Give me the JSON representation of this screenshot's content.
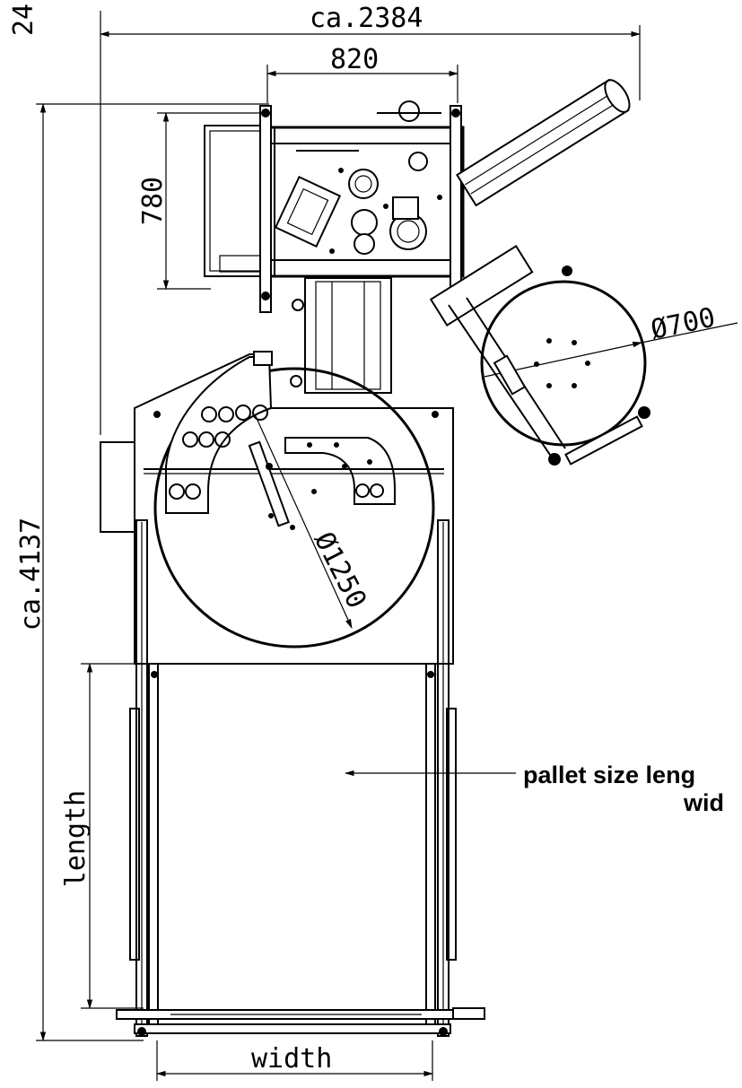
{
  "dimensions": {
    "overall_width": "ca.2384",
    "frame_width": "820",
    "frame_depth": "780",
    "disk_small_diameter": "Ø700",
    "turntable_diameter": "Ø1250",
    "overall_length": "ca.4137",
    "pallet_length": "length",
    "pallet_width": "width",
    "corner_value": "24"
  },
  "annotation": {
    "line1": "pallet size leng",
    "line2": "wid"
  }
}
